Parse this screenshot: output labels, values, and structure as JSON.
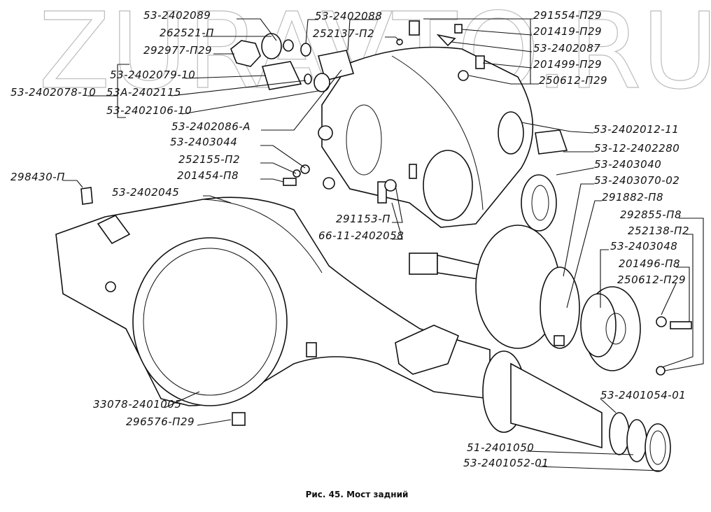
{
  "watermark": "ZURAVTO.RU",
  "caption": "Рис. 45. Мост задний",
  "labels": {
    "l01": "53-2402089",
    "l02": "262521-П",
    "l03": "292977-П29",
    "l04": "53-2402079-10",
    "l05": "53-2402078-10",
    "l06": "53А-2402115",
    "l07": "53-2402106-10",
    "l08": "53-2402086-А",
    "l09": "53-2403044",
    "l10": "252155-П2",
    "l11": "201454-П8",
    "l12": "298430-П",
    "l13": "53-2402045",
    "l14": "291153-П",
    "l15": "66-11-2402058",
    "l16": "53-2402088",
    "l17": "252137-П2",
    "l18": "291554-П29",
    "l19": "201419-П29",
    "l20": "53-2402087",
    "l21": "201499-П29",
    "l22": "250612-П29",
    "l23": "53-2402012-11",
    "l24": "53-12-2402280",
    "l25": "53-2403040",
    "l26": "53-2403070-02",
    "l27": "291882-П8",
    "l28": "292855-П8",
    "l29": "252138-П2",
    "l30": "53-2403048",
    "l31": "201496-П8",
    "l32": "250612-П29",
    "l33": "33078-2401005",
    "l34": "296576-П29",
    "l35": "53-2401054-01",
    "l36": "51-2401050",
    "l37": "53-2401052-01"
  }
}
